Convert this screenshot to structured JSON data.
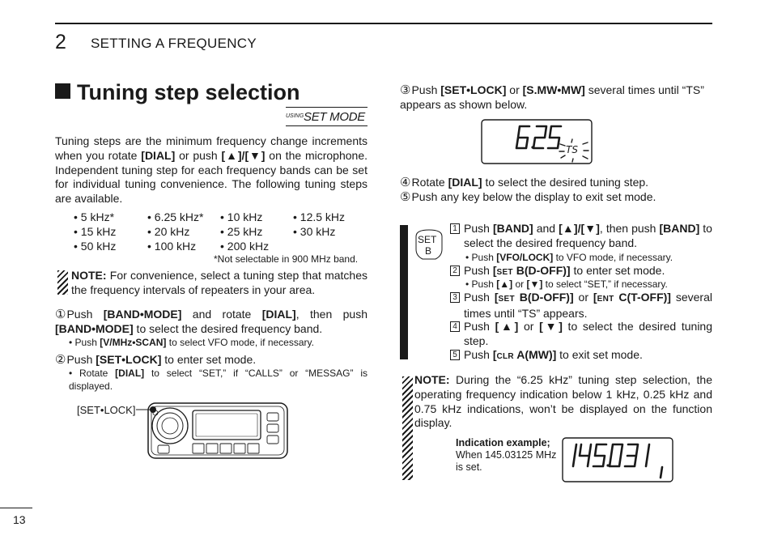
{
  "header": {
    "chapter_number": "2",
    "chapter_title": "SETTING A FREQUENCY"
  },
  "section": {
    "title": "Tuning step selection",
    "badge_using": "USING",
    "badge_mode": "SET MODE"
  },
  "intro": {
    "t1": "Tuning steps are the minimum frequency change increments when you rotate ",
    "dial": "[DIAL]",
    "t2": " or push ",
    "updown": "[▲]/[▼]",
    "t3": " on the microphone. Independent tuning step for each frequency bands can be set for individual tuning convenience. The following tuning steps are available."
  },
  "tuning_steps": [
    "• 5 kHz*",
    "• 6.25 kHz*",
    "• 10 kHz",
    "• 12.5 kHz",
    "• 15 kHz",
    "• 20 kHz",
    "• 25 kHz",
    "• 30 kHz",
    "• 50 kHz",
    "• 100 kHz",
    "• 200 kHz"
  ],
  "footnote": "*Not selectable in 900 MHz band.",
  "note1": {
    "label": "NOTE:",
    "text": " For convenience, select a tuning step that matches the frequency intervals of repeaters in your area."
  },
  "left_steps": {
    "step1": {
      "num": "①",
      "t1": "Push ",
      "k1": "[BAND•MODE]",
      "t2": " and rotate ",
      "k2": "[DIAL]",
      "t3": ", then push ",
      "k3": "[BAND•MODE]",
      "t4": " to select the desired frequency band.",
      "sub_t1": "• Push ",
      "sub_k1": "[V/MHz•SCAN]",
      "sub_t2": " to select VFO mode, if necessary."
    },
    "step2": {
      "num": "②",
      "t1": "Push ",
      "k1": "[SET•LOCK]",
      "t2": " to enter set mode.",
      "sub_t1": "• Rotate ",
      "sub_k1": "[DIAL]",
      "sub_t2": " to select “SET,” if “CALLS” or “MESSAG” is displayed."
    }
  },
  "radio": {
    "label": "[SET•LOCK]"
  },
  "right_steps": {
    "step3": {
      "num": "③",
      "t1": "Push ",
      "k1": "[SET•LOCK]",
      "t2": " or ",
      "k2": "[S.MW•MW]",
      "t3": " several times until “TS” appears as shown below."
    },
    "step4": {
      "num": "④",
      "t1": "Rotate ",
      "k1": "[DIAL]",
      "t2": " to select the desired tuning step."
    },
    "step5": {
      "num": "⑤",
      "text": "Push any key below the display to exit set mode."
    }
  },
  "ts_display": {
    "value": "6.25",
    "indicator": "TS"
  },
  "setb_icon": {
    "line1": "SET",
    "line2": "B"
  },
  "setb_steps": {
    "s1": {
      "box": "1",
      "t1": "Push ",
      "k1": "[BAND]",
      "t2": " and ",
      "k2": "[▲]/[▼]",
      "t3": ", then push ",
      "k3": "[BAND]",
      "t4": " to select the desired frequency band.",
      "sub_t1": "• Push ",
      "sub_k1": "[VFO/LOCK]",
      "sub_t2": " to VFO mode, if necessary."
    },
    "s2": {
      "box": "2",
      "t1": "Push ",
      "k1a": "[",
      "k1sc": "SET",
      "k1b": " B(D-OFF)]",
      "t2": " to enter set mode.",
      "sub_t1": "• Push ",
      "sub_k1": "[▲]",
      "sub_t2": " or ",
      "sub_k2": "[▼]",
      "sub_t3": " to select “SET,” if necessary."
    },
    "s3": {
      "box": "3",
      "t1": "Push ",
      "k1a": "[",
      "k1sc": "SET",
      "k1b": " B(D-OFF)]",
      "t2": " or ",
      "k2a": "[",
      "k2sc": "ENT",
      "k2b": " C(T-OFF)]",
      "t3": " several times until “TS” appears."
    },
    "s4": {
      "box": "4",
      "t1": "Push ",
      "k1": "[▲]",
      "t2": " or ",
      "k2": "[▼]",
      "t3": " to select the desired tuning step."
    },
    "s5": {
      "box": "5",
      "t1": "Push ",
      "k1a": "[",
      "k1sc": "CLR",
      "k1b": " A(MW)]",
      "t2": " to exit set mode."
    }
  },
  "note2": {
    "label": "NOTE:",
    "text": " During the “6.25 kHz” tuning step selection, the operating frequency indication below 1 kHz, 0.25 kHz and 0.75 kHz indications, won’t be displayed on the function display."
  },
  "indication": {
    "label": "Indication example;",
    "line1": "When 145.03125 MHz",
    "line2": "is set.",
    "display_value": "145.031"
  },
  "page_number": "13"
}
